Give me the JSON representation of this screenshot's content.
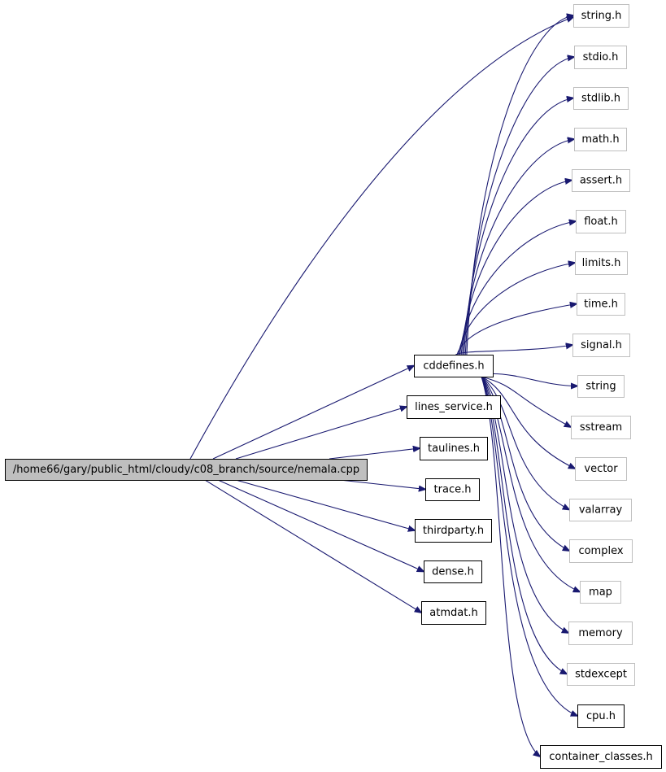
{
  "root": {
    "label": "/home66/gary/public_html/cloudy/c08_branch/source/nemala.cpp"
  },
  "cddefines": {
    "label": "cddefines.h"
  },
  "direct_includes": [
    {
      "id": "lines_service",
      "label": "lines_service.h"
    },
    {
      "id": "taulines",
      "label": "taulines.h"
    },
    {
      "id": "trace",
      "label": "trace.h"
    },
    {
      "id": "thirdparty",
      "label": "thirdparty.h"
    },
    {
      "id": "dense",
      "label": "dense.h"
    },
    {
      "id": "atmdat",
      "label": "atmdat.h"
    }
  ],
  "cddefines_includes": [
    {
      "id": "string_h",
      "label": "string.h",
      "documented": false
    },
    {
      "id": "stdio",
      "label": "stdio.h",
      "documented": false
    },
    {
      "id": "stdlib",
      "label": "stdlib.h",
      "documented": false
    },
    {
      "id": "math",
      "label": "math.h",
      "documented": false
    },
    {
      "id": "assert",
      "label": "assert.h",
      "documented": false
    },
    {
      "id": "float",
      "label": "float.h",
      "documented": false
    },
    {
      "id": "limits",
      "label": "limits.h",
      "documented": false
    },
    {
      "id": "time",
      "label": "time.h",
      "documented": false
    },
    {
      "id": "signal",
      "label": "signal.h",
      "documented": false
    },
    {
      "id": "string",
      "label": "string",
      "documented": false
    },
    {
      "id": "sstream",
      "label": "sstream",
      "documented": false
    },
    {
      "id": "vector",
      "label": "vector",
      "documented": false
    },
    {
      "id": "valarray",
      "label": "valarray",
      "documented": false
    },
    {
      "id": "complex",
      "label": "complex",
      "documented": false
    },
    {
      "id": "map",
      "label": "map",
      "documented": false
    },
    {
      "id": "memory",
      "label": "memory",
      "documented": false
    },
    {
      "id": "stdexcept",
      "label": "stdexcept",
      "documented": false
    },
    {
      "id": "cpu",
      "label": "cpu.h",
      "documented": true
    },
    {
      "id": "container_classes",
      "label": "container_classes.h",
      "documented": true
    }
  ],
  "root_also_includes": [
    "string_h"
  ],
  "colors": {
    "edge": "#191970",
    "root_fill": "#bfbfbf",
    "external_border": "#bfbfbf",
    "internal_border": "#000000"
  }
}
